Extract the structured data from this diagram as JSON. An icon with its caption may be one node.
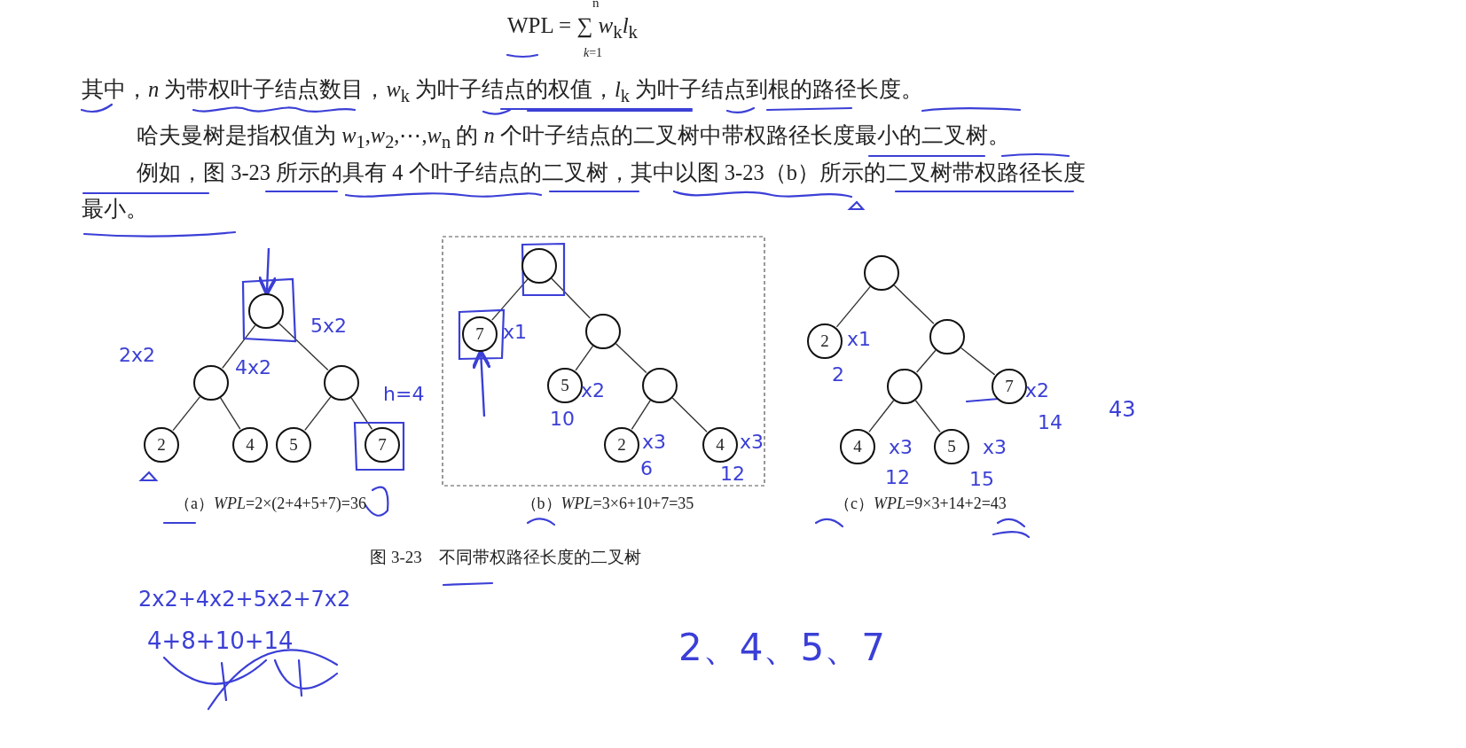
{
  "diagram": {
    "nodes": [
      {
        "text": [],
        "shape": "circle"
      },
      {
        "text": [],
        "shape": "circle"
      },
      {
        "text": [],
        "shape": "circle"
      },
      {
        "text": [
          "2"
        ]
      },
      {
        "text": [
          "4"
        ]
      },
      {
        "text": [
          "5"
        ]
      },
      {
        "text": [
          "7"
        ]
      },
      {
        "text": [],
        "shape": "circle"
      },
      {
        "text": [
          "7"
        ]
      },
      {
        "text": [],
        "shape": "circle"
      },
      {
        "text": [
          "5"
        ]
      },
      {
        "text": [],
        "shape": "circle"
      },
      {
        "text": [
          "2"
        ]
      },
      {
        "text": [
          "4"
        ]
      },
      {
        "text": [],
        "shape": "circle"
      },
      {
        "text": [
          "2"
        ]
      },
      {
        "text": [],
        "shape": "circle"
      },
      {
        "text": [],
        "shape": "circle"
      },
      {
        "text": [
          "7"
        ]
      },
      {
        "text": [
          "4"
        ]
      },
      {
        "text": [
          "5"
        ]
      }
    ],
    "edges": [
      {
        "from": 0,
        "to": 1,
        "arrow": "none"
      },
      {
        "from": 0,
        "to": 2,
        "arrow": "none"
      },
      {
        "from": 1,
        "to": 3,
        "arrow": "none"
      },
      {
        "from": 1,
        "to": 4,
        "arrow": "none"
      },
      {
        "from": 2,
        "to": 5,
        "arrow": "none"
      },
      {
        "from": 2,
        "to": 6,
        "arrow": "none"
      },
      {
        "from": 7,
        "to": 8,
        "arrow": "none"
      },
      {
        "from": 7,
        "to": 9,
        "arrow": "none"
      },
      {
        "from": 9,
        "to": 10,
        "arrow": "none"
      },
      {
        "from": 9,
        "to": 11,
        "arrow": "none"
      },
      {
        "from": 11,
        "to": 12,
        "arrow": "none"
      },
      {
        "from": 11,
        "to": 13,
        "arrow": "none"
      },
      {
        "from": 14,
        "to": 15,
        "arrow": "none"
      },
      {
        "from": 14,
        "to": 16,
        "arrow": "none"
      },
      {
        "from": 16,
        "to": 17,
        "arrow": "none"
      },
      {
        "from": 16,
        "to": 18,
        "arrow": "none"
      },
      {
        "from": 17,
        "to": 19,
        "arrow": "none"
      },
      {
        "from": 17,
        "to": 20,
        "arrow": "none"
      },
      {
        "from": null,
        "to": 0,
        "arrow": "to",
        "color": "#3b3fd6"
      },
      {
        "from": null,
        "to": 8,
        "arrow": "to",
        "color": "#3b3fd6"
      }
    ],
    "labels": [
      "n",
      "WPL = ∑ *w*$_{k}$*l*$_{k}$",
      "*k*=1",
      "其中，*n* 为带权叶子结点数目，*w*$_{k}$ 为叶子结点的权值，*l*$_{k}$ 为叶子结点到根的路径长度。",
      "哈夫曼树是指权值为 *w*$_{1}$,*w*$_{2}$,⋯,*w*$_{n}$ 的 *n* 个叶子结点的二叉树中带权路径长度最小的二叉树。",
      "例如，图 3-23 所示的具有 4 个叶子结点的二叉树，其中以图 3-23（b）所示的二叉树带权路径长度最小。",
      "2x2",
      "4x2",
      "5x2",
      "h=4",
      "x1",
      "x2",
      "10",
      "x3",
      "6",
      "x3",
      "12",
      "x1",
      "2",
      "x2",
      "14",
      "43",
      "x3",
      "12",
      "x3",
      "15",
      "（a）*WPL*=2×(2+4+5+7)=36",
      "（b）*WPL*=3×6+10+7=35",
      "（c）*WPL*=9×3+14+2=43",
      "图 3-23　不同带权路径长度的二叉树",
      "2x2+4x2+5x2+7x2",
      "4+8+10+14",
      "2、4、5、7"
    ]
  }
}
